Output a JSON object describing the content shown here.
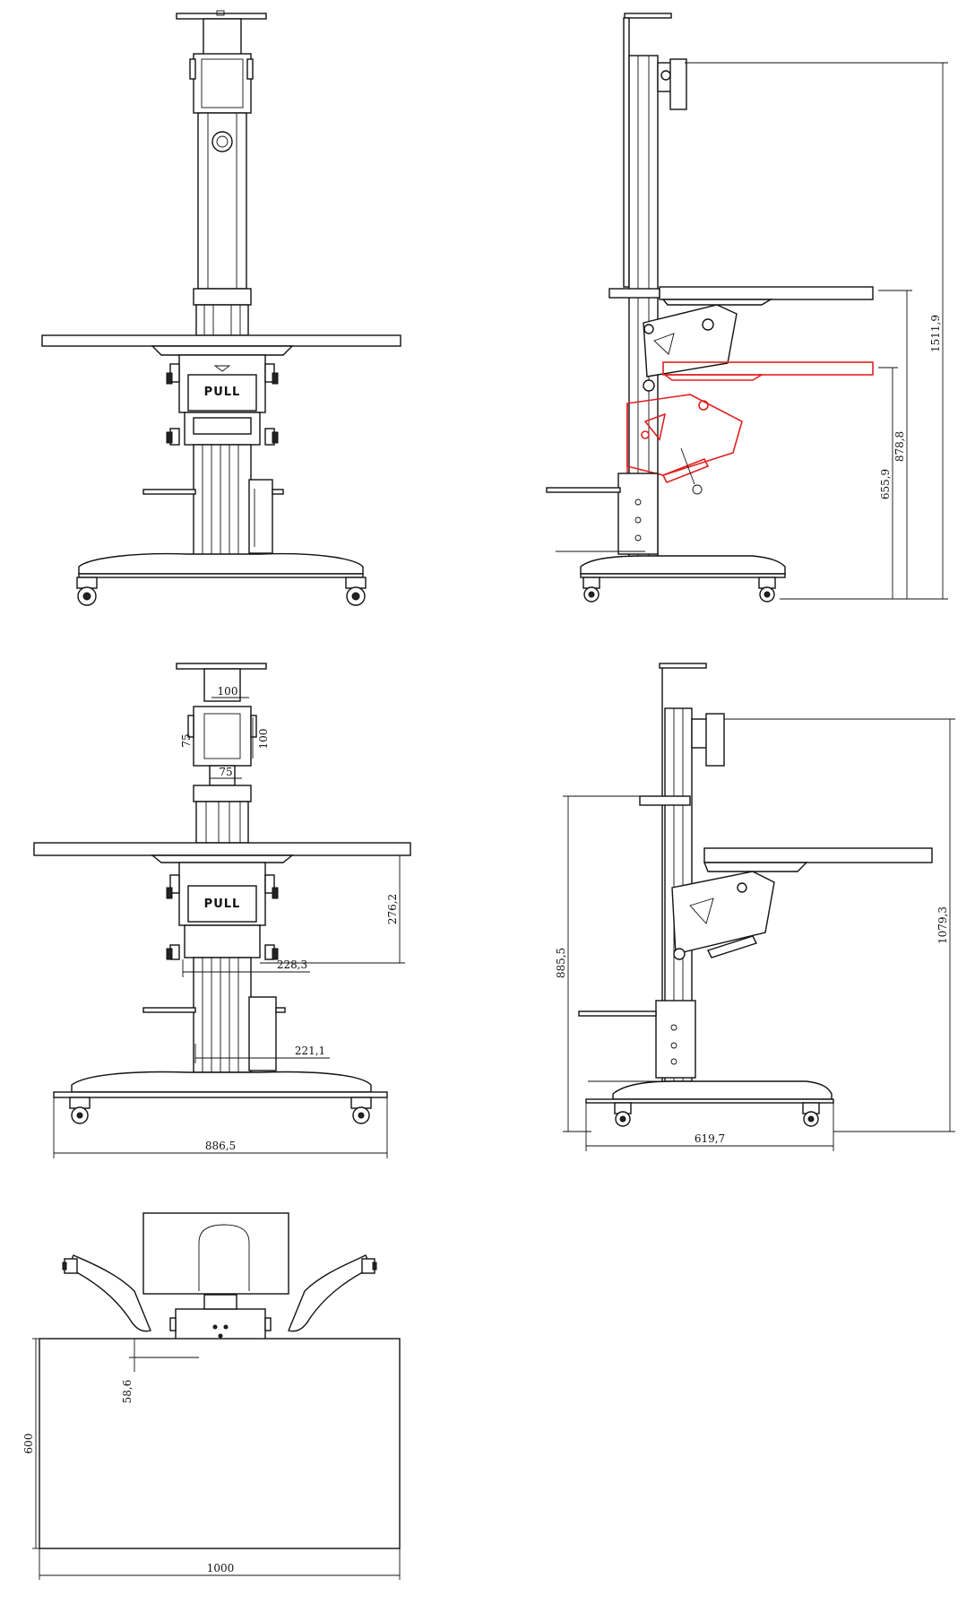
{
  "labels": {
    "pull_front": "PULL",
    "pull_dim_view": "PULL"
  },
  "dimensions": {
    "side_total_height": "1511,9",
    "side_upper_tray_height": "878,8",
    "side_lower_tray_height": "655,9",
    "front_vesa_width": "100",
    "front_vesa_height_left": "75",
    "front_vesa_height_right": "100",
    "front_vesa_bottom": "75",
    "front_tray_drop": "276,2",
    "front_keyboard_width": "228,3",
    "front_cpu_width": "221,1",
    "front_base_width": "886,5",
    "side2_column_height": "885,5",
    "side2_total_height": "1079,3",
    "side2_base_depth": "619,7",
    "top_offset": "58,6",
    "top_depth": "600",
    "top_width": "1000"
  }
}
